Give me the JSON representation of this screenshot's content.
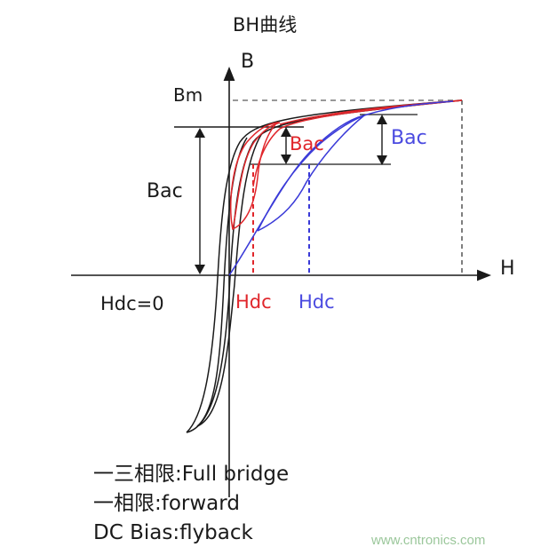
{
  "title": "BH曲线",
  "axes": {
    "y_label": "B",
    "x_label": "H"
  },
  "labels": {
    "bm": "Bm",
    "bac_black": "Bac",
    "bac_red": "Bac",
    "bac_blue": "Bac",
    "hdc_zero": "Hdc=0",
    "hdc_red": "Hdc",
    "hdc_blue": "Hdc"
  },
  "notes": [
    "一三相限:Full bridge",
    "一相限:forward",
    "DC Bias:flyback"
  ],
  "watermark": "www.cntronics.com",
  "colors": {
    "black": "#1a1a1a",
    "red": "#e0262b",
    "blue": "#3a3ad8",
    "watermark": "#9bc79b"
  }
}
